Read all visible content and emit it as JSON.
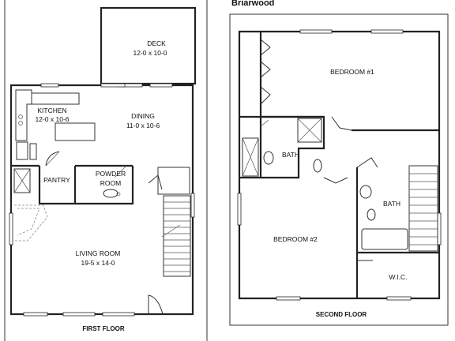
{
  "title": "Briarwood",
  "first_floor": {
    "caption": "FIRST FLOOR",
    "rooms": {
      "deck": {
        "name": "DECK",
        "size": "12-0 x 10-0"
      },
      "kitchen": {
        "name": "KITCHEN",
        "size": "12-0 x 10-6"
      },
      "dining": {
        "name": "DINING",
        "size": "11-0 x 10-6"
      },
      "pantry": {
        "name": "PANTRY"
      },
      "powder_room": {
        "name_line1": "POWDER",
        "name_line2": "ROOM"
      },
      "living_room": {
        "name": "LIVING ROOM",
        "size": "19-5 x 14-0"
      }
    }
  },
  "second_floor": {
    "caption": "SECOND FLOOR",
    "rooms": {
      "bedroom1": {
        "name": "BEDROOM #1"
      },
      "bath1": {
        "name": "BATH"
      },
      "bath2": {
        "name": "BATH"
      },
      "bedroom2": {
        "name": "BEDROOM #2"
      },
      "wic": {
        "name": "W.I.C."
      }
    }
  }
}
